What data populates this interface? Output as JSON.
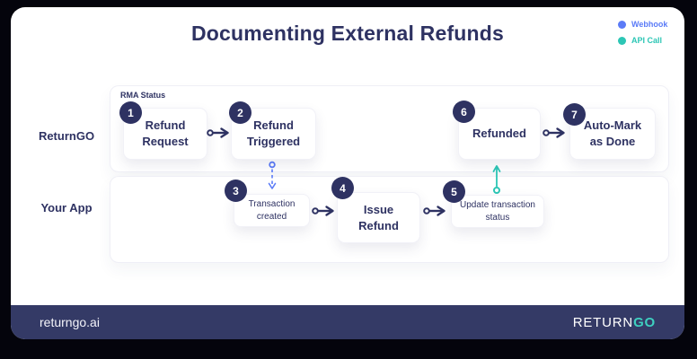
{
  "title": "Documenting External Refunds",
  "legend": {
    "items": [
      {
        "label": "Webhook",
        "color": "#5b7bf7"
      },
      {
        "label": "API Call",
        "color": "#2cc6b5"
      }
    ]
  },
  "lanes": {
    "returngo": {
      "label": "ReturnGO",
      "tag": "RMA Status"
    },
    "your_app": {
      "label": "Your App"
    }
  },
  "steps": {
    "s1": {
      "num": "1",
      "label": "Refund Request",
      "lane": "ReturnGO"
    },
    "s2": {
      "num": "2",
      "label": "Refund Triggered",
      "lane": "ReturnGO"
    },
    "s3": {
      "num": "3",
      "label": "Transaction created",
      "lane": "Your App"
    },
    "s4": {
      "num": "4",
      "label": "Issue Refund",
      "lane": "Your App"
    },
    "s5": {
      "num": "5",
      "label": "Update transaction status",
      "lane": "Your App"
    },
    "s6": {
      "num": "6",
      "label": "Refunded",
      "lane": "ReturnGO"
    },
    "s7": {
      "num": "7",
      "label": "Auto-Mark as Done",
      "lane": "ReturnGO"
    }
  },
  "flow": {
    "horizontal": [
      "s1>s2",
      "s3>s4",
      "s4>s5",
      "s6>s7"
    ],
    "webhook_link": "s2>s3",
    "api_call_link": "s5>s6"
  },
  "footer": {
    "site": "returngo.ai",
    "brand_primary": "RETURN",
    "brand_accent": "GO"
  },
  "colors": {
    "navy": "#2e3262",
    "webhook_blue": "#5b7bf7",
    "api_teal": "#2cc6b5",
    "footer_bg": "#343a66",
    "page_bg": "#04040c"
  }
}
